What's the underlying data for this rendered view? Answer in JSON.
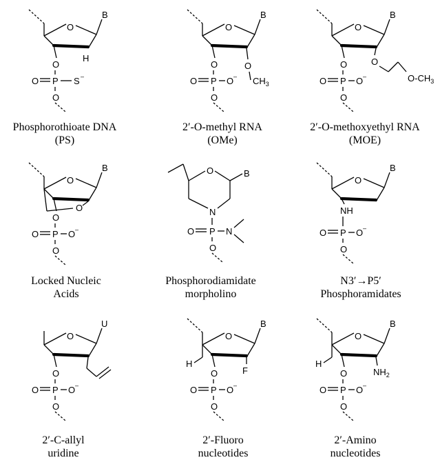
{
  "molecules": [
    {
      "caption_line1": "Phosphorothioate DNA",
      "caption_line2": "(PS)"
    },
    {
      "caption_line1": "2′-O-methyl RNA",
      "caption_line2": "(OMe)"
    },
    {
      "caption_line1": "2′-O-methoxyethyl RNA",
      "caption_line2": "(MOE)"
    },
    {
      "caption_line1": "Locked Nucleic",
      "caption_line2": "Acids"
    },
    {
      "caption_line1": "Phosphorodiamidate",
      "caption_line2": "morpholino"
    },
    {
      "caption_line1": "N3′→P5′",
      "caption_line2": "Phosphoramidates"
    },
    {
      "caption_line1": "2′-C-allyl",
      "caption_line2": "uridine"
    },
    {
      "caption_line1": "2′-Fluoro",
      "caption_line2": "nucleotides"
    },
    {
      "caption_line1": "2′-Amino",
      "caption_line2": "nucleotides"
    }
  ],
  "atoms": {
    "base_b": "B",
    "base_u": "U",
    "oxygen": "O",
    "hydrogen": "H",
    "fluorine": "F",
    "phosphorus": "P",
    "nitrogen": "N",
    "sulfur": "S",
    "amine_nh": "NH",
    "amine_nh2": "NH",
    "subscript_2": "2",
    "subscript_3": "3",
    "minus": "–",
    "methyl": "CH",
    "methoxy_terminal": "O-CH"
  }
}
